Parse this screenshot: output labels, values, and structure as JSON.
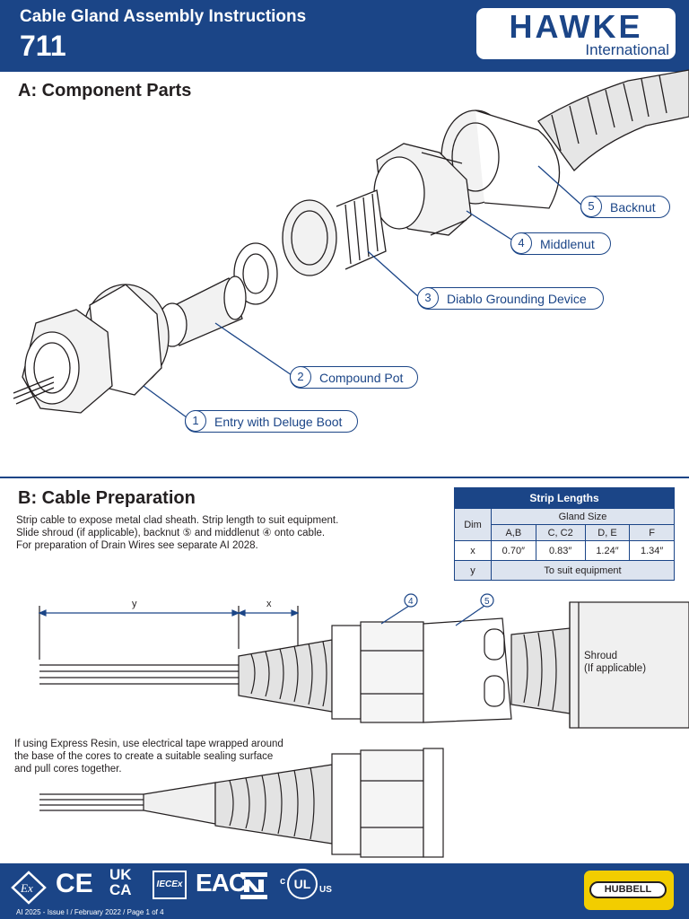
{
  "header": {
    "title": "Cable Gland Assembly Instructions",
    "code": "711",
    "logo_main": "HAWKE",
    "logo_sub": "International"
  },
  "section_a": {
    "title": "A: Component Parts",
    "callouts": [
      {
        "num": "5",
        "label": "Backnut"
      },
      {
        "num": "4",
        "label": "Middlenut"
      },
      {
        "num": "3",
        "label": "Diablo Grounding Device"
      },
      {
        "num": "2",
        "label": "Compound Pot"
      },
      {
        "num": "1",
        "label": "Entry with Deluge Boot"
      }
    ]
  },
  "section_b": {
    "title": "B: Cable Preparation",
    "text_lines": [
      "Strip cable to expose metal clad sheath. Strip length to suit equipment.",
      "Slide shroud (if applicable), backnut ⑤ and middlenut ④ onto cable.",
      "For preparation of Drain Wires see separate AI 2028."
    ],
    "dim_y": "y",
    "dim_x": "x",
    "marker_4": "4",
    "marker_5": "5",
    "shroud_label_1": "Shroud",
    "shroud_label_2": "(If applicable)",
    "resin_lines": [
      "If using Express Resin, use electrical tape wrapped around",
      "the base of the cores to create a suitable sealing surface",
      "and pull cores together."
    ]
  },
  "strip_table": {
    "title": "Strip Lengths",
    "dim_header": "Dim",
    "gland_size_header": "Gland Size",
    "sizes": [
      "A,B",
      "C, C2",
      "D, E",
      "F"
    ],
    "row_x_label": "x",
    "row_x_values": [
      "0.70″",
      "0.83″",
      "1.24″",
      "1.34″"
    ],
    "row_y_label": "y",
    "row_y_value": "To suit equipment"
  },
  "footer": {
    "text": "AI 2025 - Issue I / February 2022 / Page 1 of 4",
    "cert_ce": "CE",
    "cert_ukca_1": "UK",
    "cert_ukca_2": "CA",
    "cert_iecex": "IECEx",
    "cert_eac": "EAC",
    "cert_ul_c": "c",
    "cert_ul": "UL",
    "cert_ul_us": "US",
    "hubbell": "HUBBELL"
  },
  "colors": {
    "brand_blue": "#1b4587",
    "hubbell_yellow": "#f2cd00",
    "table_shade": "#dde4ef"
  }
}
